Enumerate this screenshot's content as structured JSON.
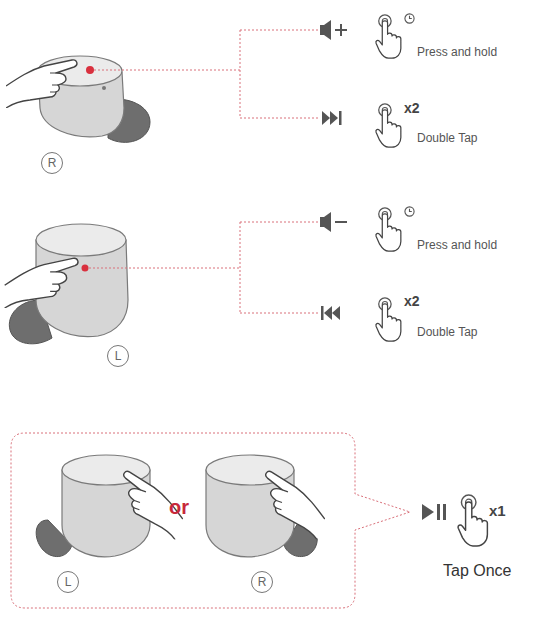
{
  "diagram": {
    "nodes": [
      {
        "text": [
          "R"
        ]
      },
      {
        "text": [
          "L"
        ]
      },
      {
        "text": [
          "or"
        ]
      },
      {
        "text": [
          "L"
        ],
        "in": 2
      },
      {
        "text": [
          "R"
        ],
        "in": 2
      }
    ],
    "labels": [
      "Press and hold",
      "x2",
      "Double Tap",
      "Press and hold",
      "x2",
      "Double Tap",
      "x1",
      "Tap Once"
    ]
  }
}
